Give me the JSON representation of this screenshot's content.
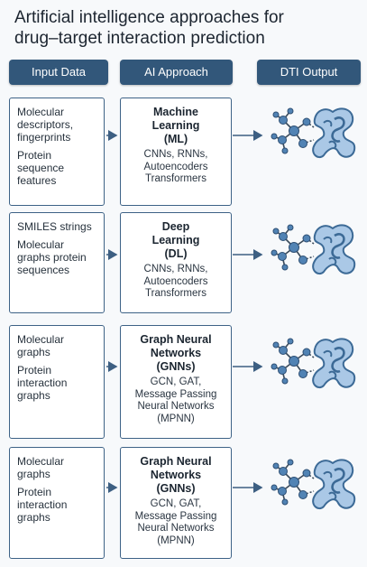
{
  "title": {
    "line1": "Artificial intelligence approaches for",
    "line2": "drug–target interaction prediction"
  },
  "headers": {
    "input": "Input Data",
    "approach": "AI Approach",
    "output": "DTI Output"
  },
  "rows": [
    {
      "inputs": [
        "Molecular descriptors, fingerprints",
        "Protein sequence features"
      ],
      "name": [
        "Machine",
        "Learning",
        "(ML)"
      ],
      "desc": [
        "CNNs, RNNs,",
        "Autoencoders",
        "Transformers"
      ]
    },
    {
      "inputs": [
        "SMILES strings",
        "Molecular graphs protein sequences"
      ],
      "name": [
        "Deep",
        "Learning",
        "(DL)"
      ],
      "desc": [
        "CNNs, RNNs,",
        "Autoencoders",
        "Transformers"
      ]
    },
    {
      "inputs": [
        "Molecular graphs",
        "Protein interaction graphs"
      ],
      "name": [
        "Graph Neural",
        "Networks",
        "(GNNs)"
      ],
      "desc": [
        "GCN, GAT,",
        "Message Passing",
        "Neural Networks",
        "(MPNN)"
      ]
    },
    {
      "inputs": [
        "Molecular graphs",
        "Protein interaction graphs"
      ],
      "name": [
        "Graph Neural",
        "Networks",
        "(GNNs)"
      ],
      "desc": [
        "GCN, GAT,",
        "Message Passing",
        "Neural Networks",
        "(MPNN)"
      ]
    }
  ],
  "colors": {
    "header_bg": "#32577a",
    "border": "#3d6286",
    "arrow": "#3d5f82",
    "molecule_node": "#5183b4",
    "protein_fill": "#aac8e6",
    "protein_stroke": "#3c6a96"
  },
  "icons": [
    "molecule-icon",
    "protein-icon",
    "arrow-right-icon"
  ]
}
